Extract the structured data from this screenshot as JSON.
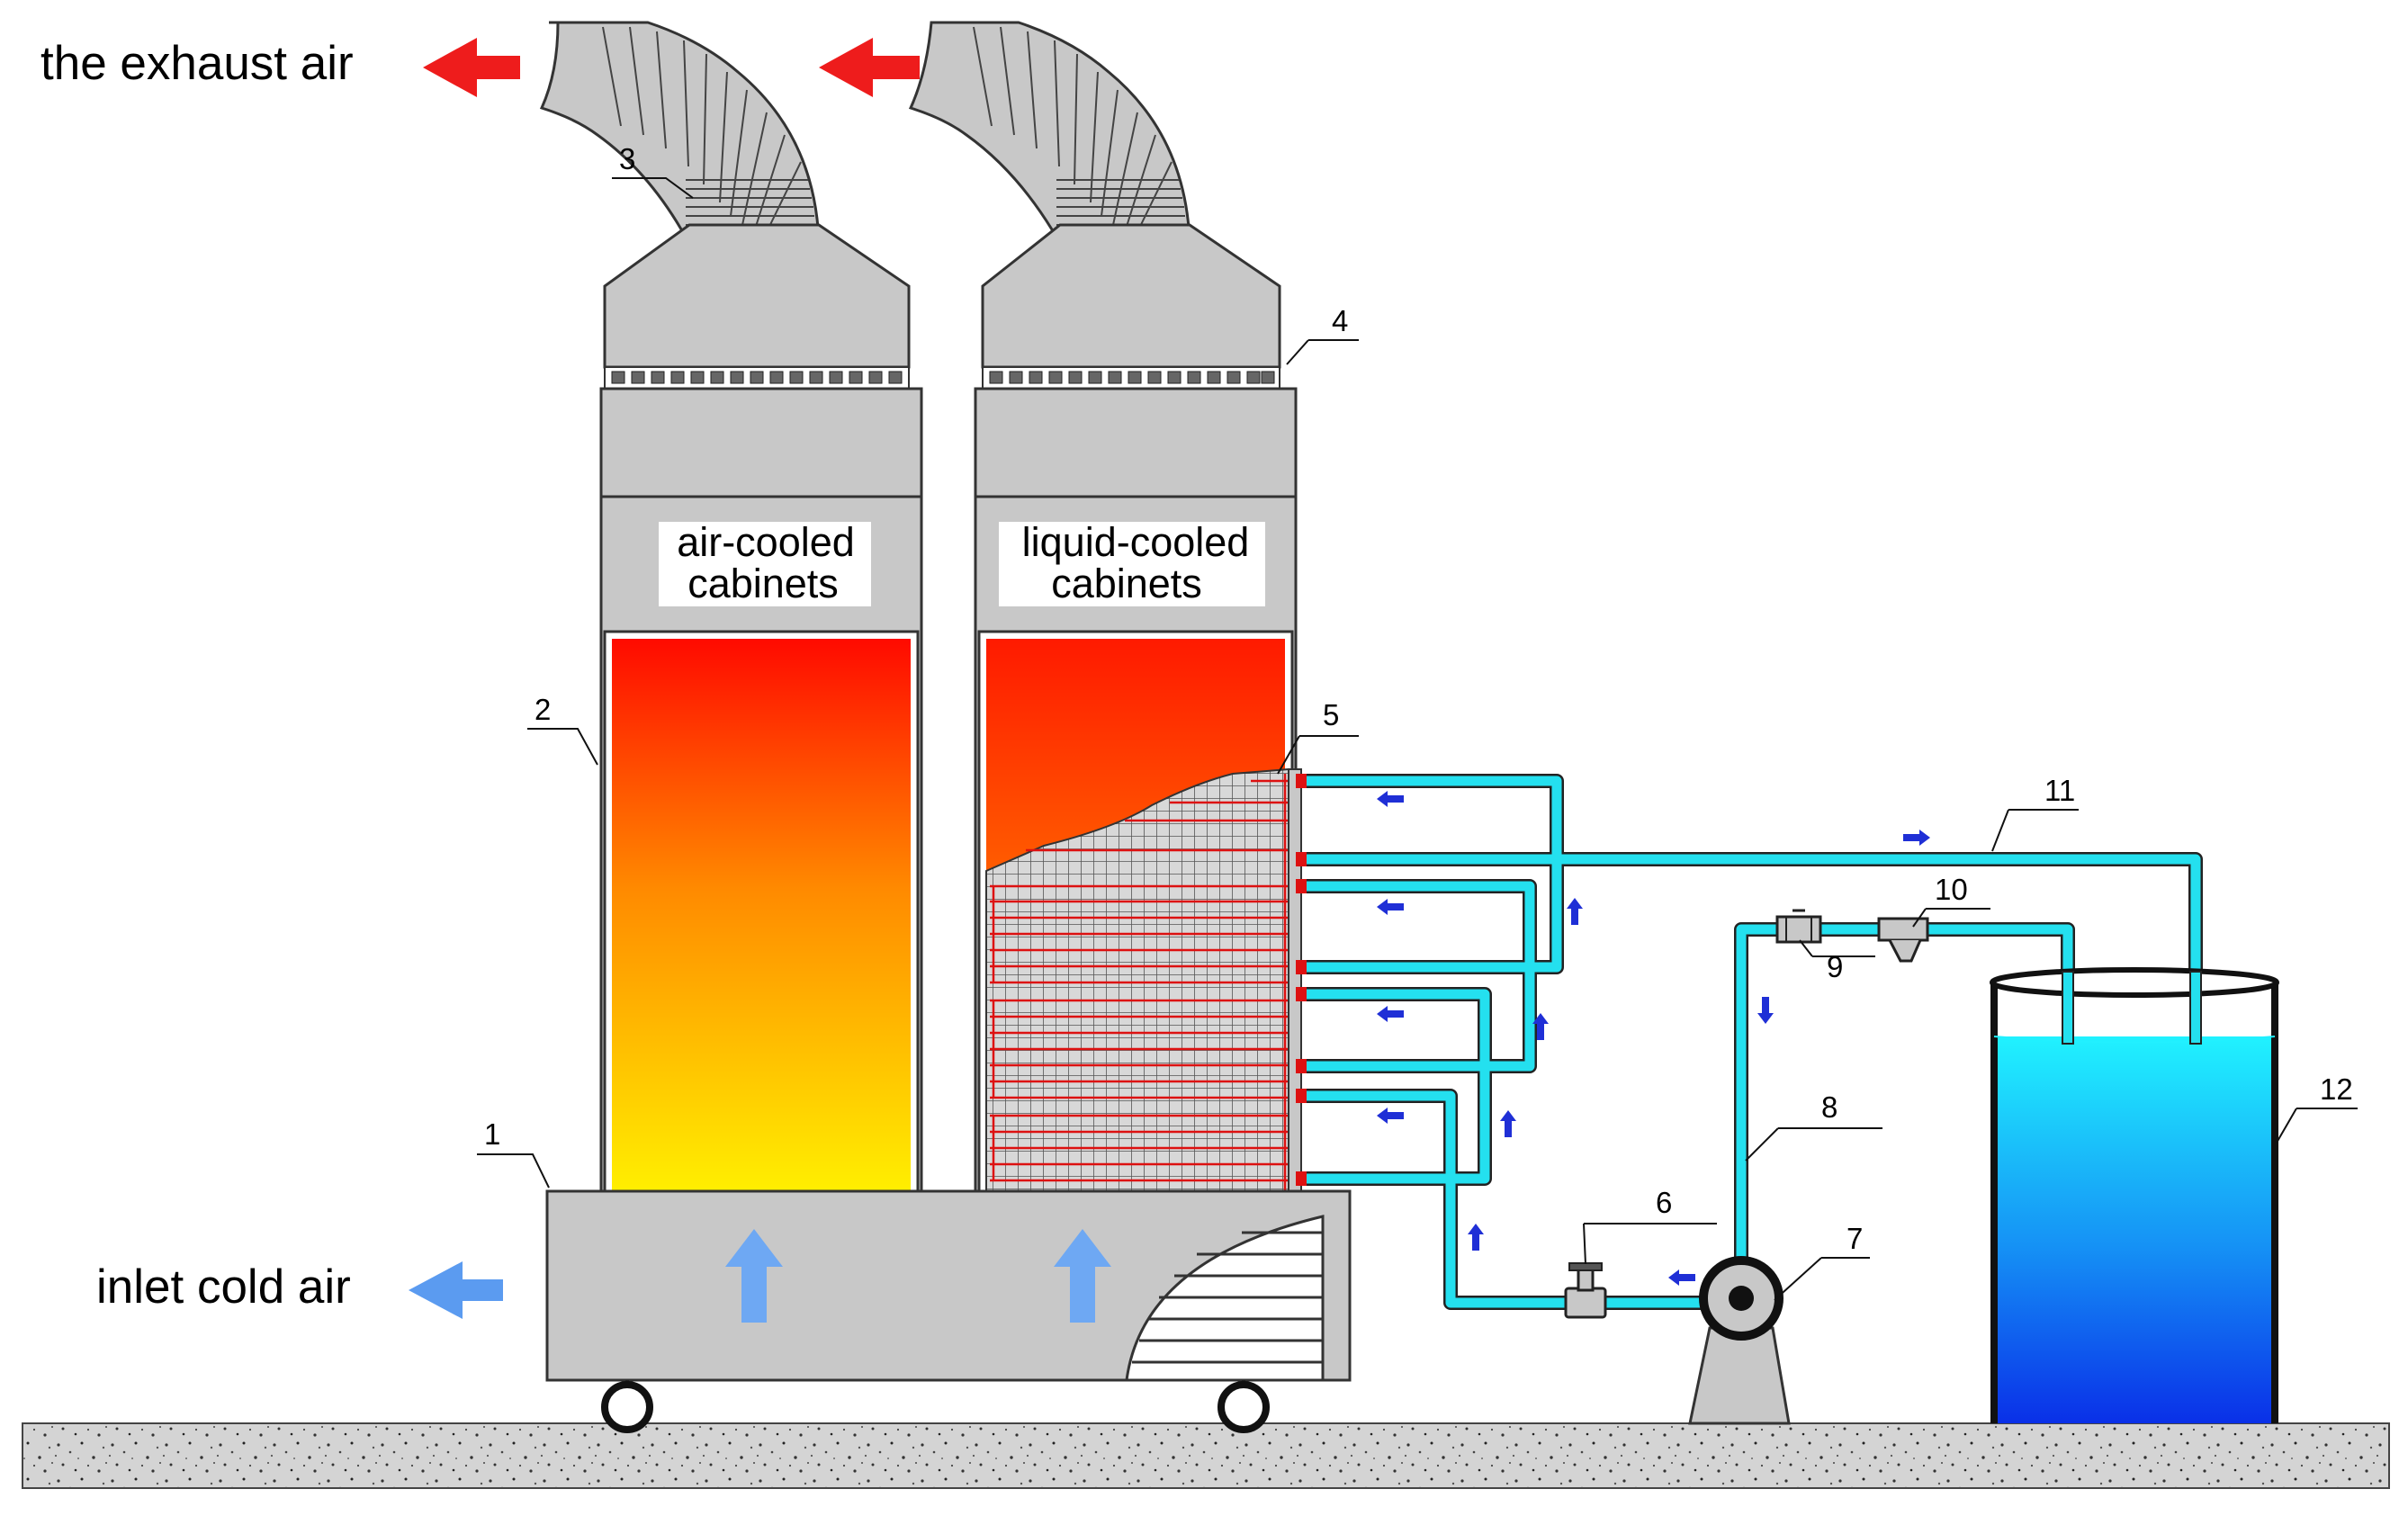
{
  "labels": {
    "exhaust_air": "the exhaust air",
    "inlet_cold_air": "inlet cold air",
    "air_cooled_line1": "air-cooled",
    "air_cooled_line2": "cabinets",
    "liquid_cooled_line1": "liquid-cooled",
    "liquid_cooled_line2": "cabinets"
  },
  "callouts": {
    "n1": "1",
    "n2": "2",
    "n3": "3",
    "n4": "4",
    "n5": "5",
    "n6": "6",
    "n7": "7",
    "n8": "8",
    "n9": "9",
    "n10": "10",
    "n11": "11",
    "n12": "12"
  },
  "colors": {
    "exhaust_arrow": "#ee1c1c",
    "inlet_arrow": "#5b9bf0",
    "cabinet_body": "#c0c0c0",
    "pipe": "#22ddee",
    "flow_arrow": "#1f2fd6",
    "water_top": "#22f0ff",
    "water_bottom": "#0a40ee",
    "hot": "#ff1200",
    "warm": "#ffee00"
  }
}
